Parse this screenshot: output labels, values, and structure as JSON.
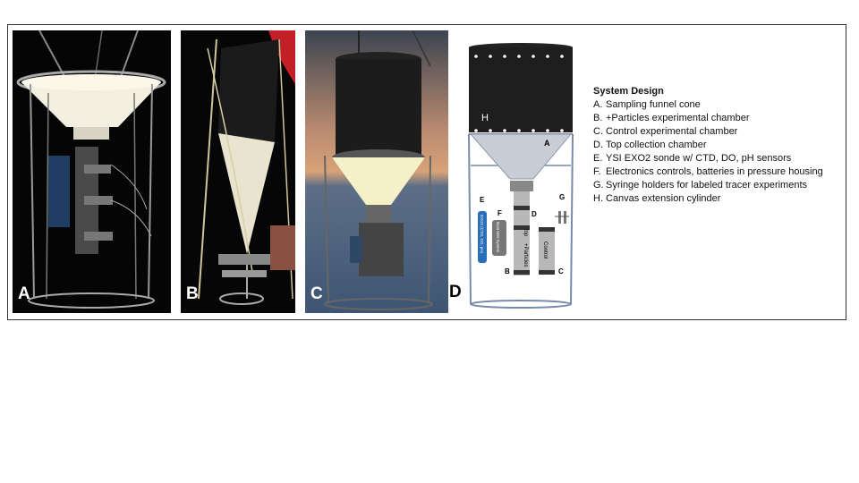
{
  "panels": {
    "a_label": "A",
    "b_label": "B",
    "c_label": "C",
    "d_label": "D"
  },
  "diagram_labels": {
    "A": "A",
    "B": "B",
    "C": "C",
    "D": "D",
    "E": "E",
    "F": "F",
    "G": "G",
    "H": "H",
    "sonde": "EXO2 (CTD, DO, pH)",
    "electronics": "Boni Wet System",
    "top": "top",
    "particles": "+Particles",
    "control": "Control"
  },
  "legend": {
    "title": "System Design",
    "items": [
      {
        "letter": "A.",
        "text": "Sampling funnel cone"
      },
      {
        "letter": "B.",
        "text": "+Particles experimental chamber"
      },
      {
        "letter": "C.",
        "text": "Control experimental chamber"
      },
      {
        "letter": "D.",
        "text": "Top collection chamber"
      },
      {
        "letter": "E.",
        "text": "YSI EXO2 sonde w/ CTD, DO, pH sensors"
      },
      {
        "letter": "F.",
        "text": "Electronics controls, batteries in pressure housing"
      },
      {
        "letter": "G.",
        "text": "Syringe holders for labeled tracer experiments"
      },
      {
        "letter": "H.",
        "text": "Canvas extension cylinder"
      }
    ]
  }
}
